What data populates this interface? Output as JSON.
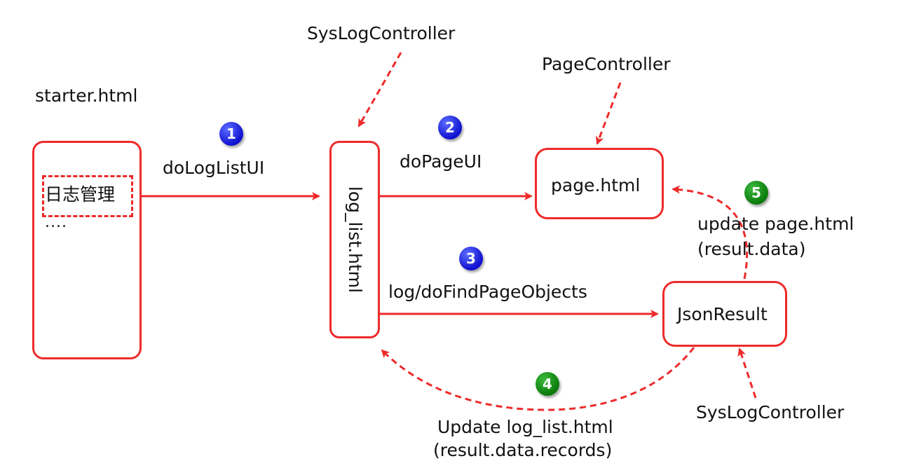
{
  "starter": {
    "file_label": "starter.html",
    "menu_item": "日志管理",
    "more": "...."
  },
  "log_list": {
    "file_label": "log_list.html"
  },
  "page_box": {
    "label": "page.html"
  },
  "json_box": {
    "label": "JsonResult"
  },
  "controllers": {
    "top": "SysLogController",
    "page": "PageController",
    "bottom": "SysLogController"
  },
  "steps": [
    {
      "number": "1",
      "label": "doLogListUI",
      "color": "#1414d8"
    },
    {
      "number": "2",
      "label": "doPageUI",
      "color": "#1414d8"
    },
    {
      "number": "3",
      "label": "log/doFindPageObjects",
      "color": "#1414d8"
    },
    {
      "number": "4",
      "label_line1": "Update log_list.html",
      "label_line2": "(result.data.records)",
      "color": "#0a7a0a"
    },
    {
      "number": "5",
      "label_line1": "update page.html",
      "label_line2": "(result.data)",
      "color": "#0a7a0a"
    }
  ],
  "colors": {
    "arrow": "#ee2a2a"
  }
}
